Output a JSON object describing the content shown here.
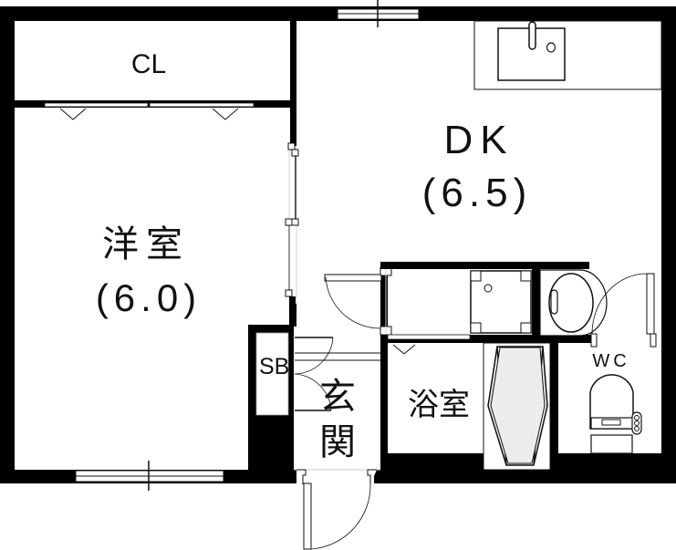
{
  "plan": {
    "colors": {
      "wall": "#000000",
      "floor": "#ffffff",
      "line": "#111111",
      "fixture_fill": "#eeeeee"
    },
    "rooms": {
      "closet": {
        "label": "CL"
      },
      "western_room": {
        "label": "洋室",
        "size": "(6.0)"
      },
      "dining_kitchen": {
        "label": "DK",
        "size": "(6.5)"
      },
      "shoe_box": {
        "label": "SB"
      },
      "entrance": {
        "label": "玄関"
      },
      "bathroom": {
        "label": "浴室"
      },
      "toilet": {
        "label": "WC"
      }
    }
  }
}
